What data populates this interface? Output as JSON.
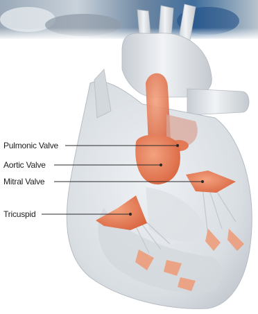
{
  "labels": {
    "pulmonic": "Pulmonic Valve",
    "aortic": "Aortic Valve",
    "mitral": "Mitral Valve",
    "tricuspid": "Tricuspid"
  },
  "colors": {
    "heart_body": "#e2e6ea",
    "heart_shadow": "#b9bfc6",
    "valve": "#e9825c",
    "valve_dark": "#d8603c",
    "leader_line": "#2a2a2a",
    "label_text": "#1c1c1c",
    "photo_strip": "#7f93a8"
  },
  "icons": {
    "background_photo": "surgical-room-photo"
  }
}
